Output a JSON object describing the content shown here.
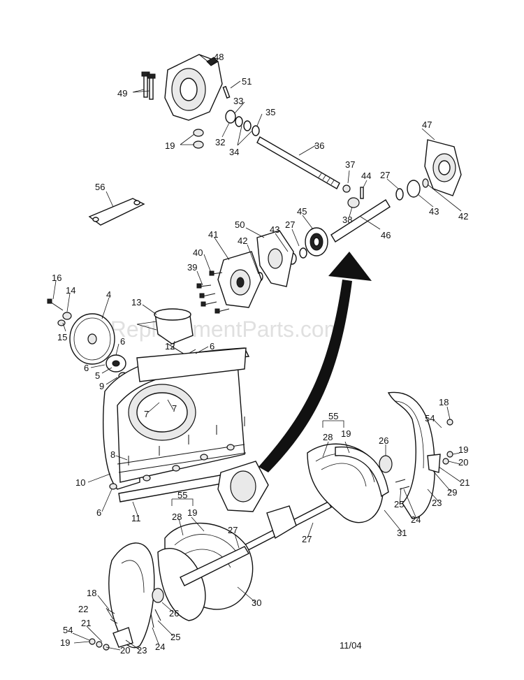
{
  "watermark": "eReplacementParts.com",
  "date_code": "11/04",
  "callouts": [
    "48",
    "49",
    "51",
    "33",
    "35",
    "19",
    "32",
    "34",
    "36",
    "47",
    "56",
    "37",
    "44",
    "27",
    "42",
    "43",
    "38",
    "46",
    "45",
    "41",
    "50",
    "43b",
    "27b",
    "42b",
    "40",
    "39",
    "16",
    "14",
    "4",
    "13",
    "15",
    "6",
    "12",
    "6b",
    "6c",
    "5",
    "9",
    "7",
    "7b",
    "8",
    "10",
    "6d",
    "11",
    "55",
    "28",
    "19b",
    "26",
    "18",
    "54",
    "19c",
    "20",
    "21",
    "29",
    "23",
    "25",
    "24",
    "31",
    "27c",
    "27d",
    "55b",
    "28b",
    "19d",
    "30",
    "26b",
    "18b",
    "22",
    "21b",
    "54b",
    "19e",
    "20b",
    "23b",
    "24b",
    "25b"
  ],
  "labels": {
    "48": "48",
    "49": "49",
    "51": "51",
    "33": "33",
    "35": "35",
    "19": "19",
    "32": "32",
    "34": "34",
    "36": "36",
    "47": "47",
    "56": "56",
    "37": "37",
    "44": "44",
    "27": "27",
    "42": "42",
    "43": "43",
    "38": "38",
    "46": "46",
    "45": "45",
    "41": "41",
    "50": "50",
    "43b": "43",
    "27b": "27",
    "42b": "42",
    "40": "40",
    "39": "39",
    "16": "16",
    "14": "14",
    "4": "4",
    "13": "13",
    "15": "15",
    "6": "6",
    "12": "12",
    "6b": "6",
    "6c": "6",
    "5": "5",
    "9": "9",
    "7": "7",
    "7b": "7",
    "8": "8",
    "10": "10",
    "6d": "6",
    "11": "11",
    "55": "55",
    "28": "28",
    "19b": "19",
    "26": "26",
    "18": "18",
    "54": "54",
    "19c": "19",
    "20": "20",
    "21": "21",
    "29": "29",
    "23": "23",
    "25": "25",
    "24": "24",
    "31": "31",
    "27c": "27",
    "27d": "27",
    "55b": "55",
    "28b": "28",
    "19d": "19",
    "30": "30",
    "26b": "26",
    "18b": "18",
    "22": "22",
    "21b": "21",
    "54b": "54",
    "19e": "19",
    "20b": "20",
    "23b": "23",
    "24b": "24",
    "25b": "25"
  }
}
